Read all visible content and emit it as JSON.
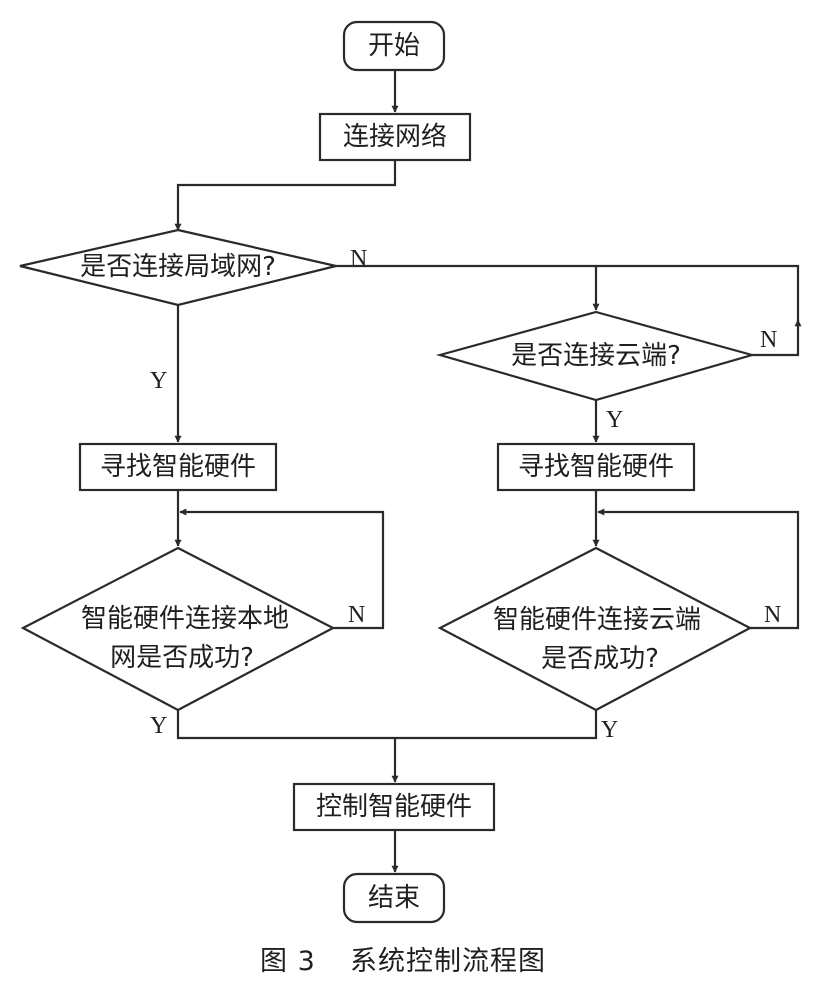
{
  "flowchart": {
    "nodes": {
      "start": "开始",
      "connect_network": "连接网络",
      "q_lan": "是否连接局域网?",
      "q_cloud": "是否连接云端?",
      "find_hw_lan": "寻找智能硬件",
      "find_hw_cloud": "寻找智能硬件",
      "q_hw_lan_line1": "智能硬件连接本地",
      "q_hw_lan_line2": "网是否成功?",
      "q_hw_cloud_line1": "智能硬件连接云端",
      "q_hw_cloud_line2": "是否成功?",
      "control_hw": "控制智能硬件",
      "end": "结束"
    },
    "edge_labels": {
      "lan_no": "N",
      "lan_yes": "Y",
      "cloud_no": "N",
      "cloud_yes": "Y",
      "hw_lan_no": "N",
      "hw_lan_yes": "Y",
      "hw_cloud_no": "N",
      "hw_cloud_yes": "Y"
    }
  },
  "caption": {
    "figure_number": "图 3",
    "title": "系统控制流程图"
  },
  "colors": {
    "line": "#2a2a2a",
    "text": "#1f1f1f",
    "background": "#ffffff"
  }
}
